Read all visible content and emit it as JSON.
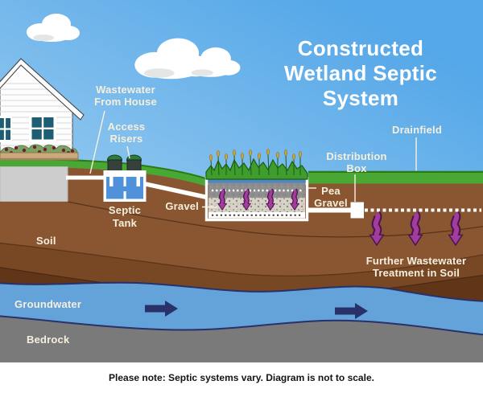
{
  "title": {
    "lines": [
      "Constructed",
      "Wetland Septic",
      "System"
    ]
  },
  "labels": {
    "wastewater_from_house": {
      "lines": [
        "Wastewater",
        "From House"
      ]
    },
    "access_risers": {
      "lines": [
        "Access",
        "Risers"
      ]
    },
    "septic_tank": {
      "lines": [
        "Septic",
        "Tank"
      ]
    },
    "gravel": {
      "text": "Gravel"
    },
    "pea_gravel": {
      "lines": [
        "Pea",
        "Gravel"
      ]
    },
    "distribution_box": {
      "lines": [
        "Distribution",
        "Box"
      ]
    },
    "drainfield": {
      "text": "Drainfield"
    },
    "soil": {
      "text": "Soil"
    },
    "groundwater": {
      "text": "Groundwater"
    },
    "bedrock": {
      "text": "Bedrock"
    },
    "further_treatment": {
      "lines": [
        "Further Wastewater",
        "Treatment in Soil"
      ]
    }
  },
  "footnote": "Please note: Septic systems vary. Diagram is not to scale.",
  "colors": {
    "sky_top": "#54a7e8",
    "sky_bottom": "#b5daf3",
    "grass": "#49a833",
    "grass_edge": "#2b7a13",
    "soil_light": "#8a5632",
    "soil_mid": "#784724",
    "soil_dark": "#603518",
    "groundwater": "#64a2da",
    "groundwater_outline": "#283169",
    "bedrock": "#7b7a7b",
    "tank_water": "#4f92da",
    "riser_cap": "#2c7c3d",
    "pea_gravel_gray": "#8e8e8e",
    "arrow_purple": "#a23c9e",
    "arrow_navy": "#283169",
    "label_text": "#f5efdd",
    "title_text": "#ffffff",
    "pipe": "#ffffff"
  }
}
